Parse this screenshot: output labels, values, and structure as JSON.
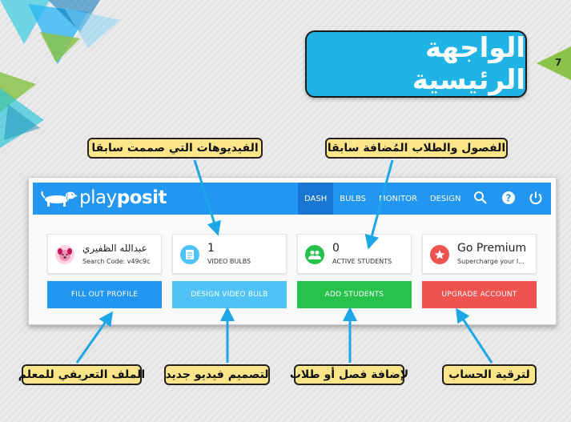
{
  "slide": {
    "title": "الواجهة الرئيسية",
    "page_number": "7"
  },
  "callouts": {
    "videos_made": "الفيديوهات التي صممت سابقا",
    "classes_students": "الفصول والطلاب المُضافة  سابقا",
    "teacher_profile": "الملف التعريفي للمعلم",
    "design_video": "لتصميم فيديو جديد",
    "add_class": "لإضافة فصل أو طلاب",
    "upgrade": "لترقية الحساب"
  },
  "app": {
    "logo": {
      "play": "play",
      "posit": "posit"
    },
    "nav": [
      "DASH",
      "BULBS",
      "MONITOR",
      "DESIGN"
    ],
    "cards": {
      "profile": {
        "name": "عبدالله الظفيري",
        "code": "Search Code: v49c9c"
      },
      "bulbs": {
        "count": "1",
        "label": "VIDEO BULBS"
      },
      "students": {
        "count": "0",
        "label": "ACTIVE STUDENTS"
      },
      "premium": {
        "title": "Go Premium",
        "subtitle": "Supercharge your l..."
      }
    },
    "buttons": {
      "profile": "FILL OUT PROFILE",
      "design": "DESIGN VIDEO BULB",
      "students": "ADD STUDENTS",
      "upgrade": "UPGRADE ACCOUNT"
    }
  },
  "colors": {
    "navbar": "#2196f3",
    "title_box": "#1fb3e6",
    "callout": "#ffe58a",
    "btn_profile": "#2196f3",
    "btn_design": "#4fc3f7",
    "btn_students": "#27c24c",
    "btn_upgrade": "#ef5350",
    "arrow": "#1ea7e6"
  },
  "icons": {
    "profile_avatar": "pink-dog-avatar-icon",
    "bulbs": "document-icon",
    "students": "people-icon",
    "premium": "star-icon",
    "nav": [
      "search-icon",
      "help-icon",
      "power-icon"
    ]
  }
}
